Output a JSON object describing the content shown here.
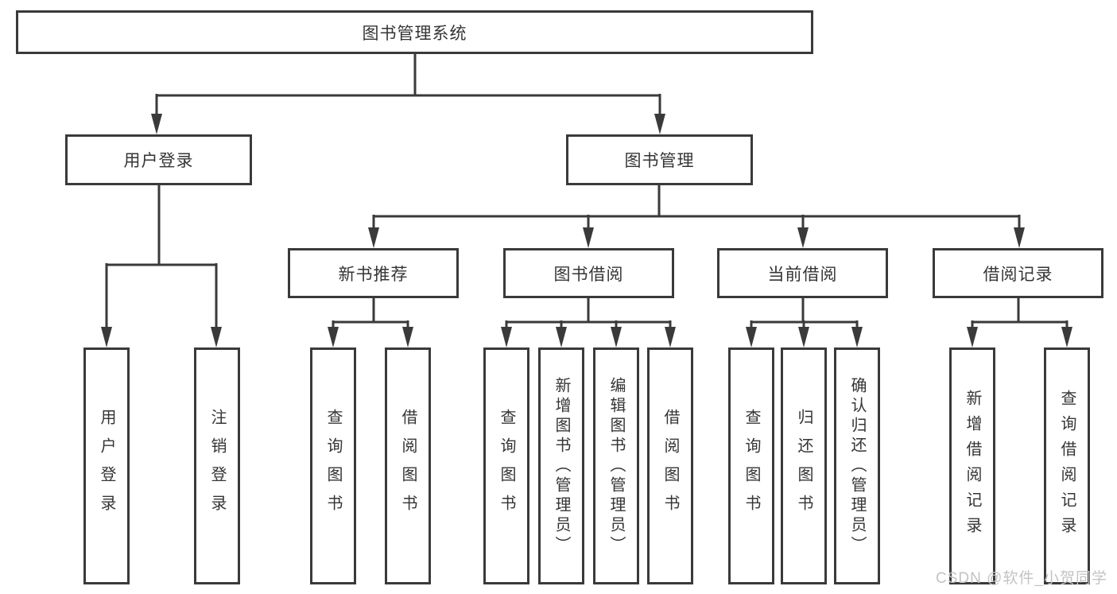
{
  "colors": {
    "line": "#3a3a3a",
    "border": "#3a3a3a",
    "text": "#353535",
    "background": "#ffffff",
    "watermark": "#c3c3c3"
  },
  "diagram": {
    "root": {
      "label": "图书管理系统"
    },
    "branches": [
      {
        "label": "用户登录",
        "children": [
          "用户登录",
          "注销登录"
        ]
      },
      {
        "label": "图书管理"
      }
    ],
    "modules": [
      {
        "label": "新书推荐",
        "children": [
          "查询图书",
          "借阅图书"
        ]
      },
      {
        "label": "图书借阅",
        "children": [
          "查询图书",
          "新增图书（管理员）",
          "编辑图书（管理员）",
          "借阅图书"
        ]
      },
      {
        "label": "当前借阅",
        "children": [
          "查询图书",
          "归还图书",
          "确认归还（管理员）"
        ]
      },
      {
        "label": "借阅记录",
        "children": [
          "新增借阅记录",
          "查询借阅记录"
        ]
      }
    ]
  },
  "watermark": {
    "text": "CSDN @软件_小贺同学"
  }
}
